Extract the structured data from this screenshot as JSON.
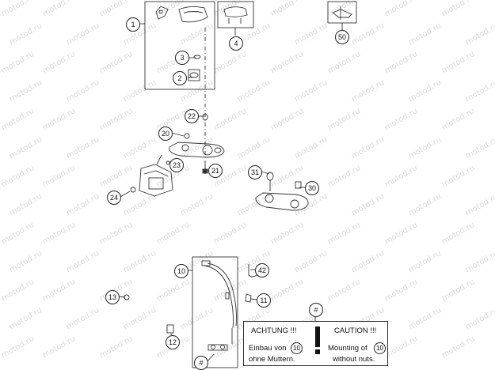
{
  "watermark": "motod.ru",
  "callouts": [
    "1",
    "2",
    "3",
    "4",
    "50",
    "22",
    "20",
    "23",
    "21",
    "24",
    "31",
    "30",
    "10",
    "42",
    "13",
    "11",
    "12",
    "#"
  ],
  "notice": {
    "warning_de": "ACHTUNG !!!",
    "warning_en": "CAUTION !!!",
    "mount_de_1": "Einbau von",
    "mount_de_2": "ohne Muttern.",
    "mount_en_1": "Mounting of",
    "mount_en_2": "without nuts.",
    "part_ref": "10",
    "marker": "#"
  }
}
